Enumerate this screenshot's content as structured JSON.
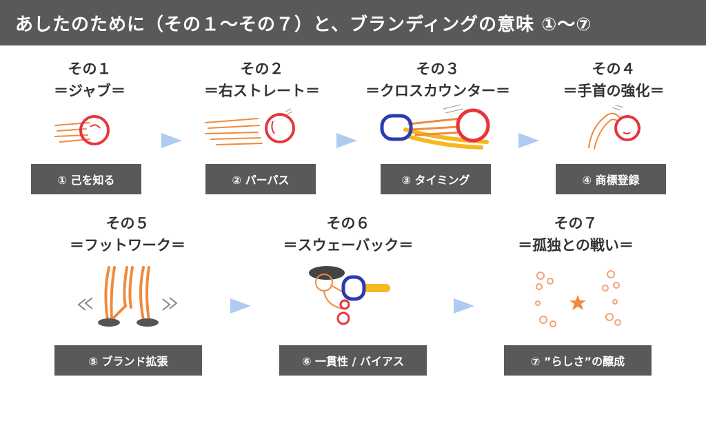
{
  "header": {
    "title": "あしたのために（その１〜その７）と、ブランディングの意味 ①〜⑦"
  },
  "steps": [
    {
      "title": "その１",
      "subtitle": "＝ジャブ＝",
      "label": "① 己を知る"
    },
    {
      "title": "その２",
      "subtitle": "＝右ストレート＝",
      "label": "② パーパス"
    },
    {
      "title": "その３",
      "subtitle": "＝クロスカウンター＝",
      "label": "③ タイミング"
    },
    {
      "title": "その４",
      "subtitle": "＝手首の強化＝",
      "label": "④ 商標登録"
    },
    {
      "title": "その５",
      "subtitle": "＝フットワーク＝",
      "label": "⑤ ブランド拡張"
    },
    {
      "title": "その６",
      "subtitle": "＝スウェーバック＝",
      "label": "⑥ 一貫性 / バイアス"
    },
    {
      "title": "その７",
      "subtitle": "＝孤独との戦い＝",
      "label": "⑦ ”らしさ”の醸成"
    }
  ],
  "colors": {
    "header_bg": "#595959",
    "label_bg": "#595959",
    "arrow": "#aecbf2",
    "glove_red": "#e8343c",
    "glove_blue": "#2b3bb0",
    "motion_orange": "#f08a3c",
    "motion_yellow": "#f5b820",
    "shoe_gray": "#555555"
  }
}
